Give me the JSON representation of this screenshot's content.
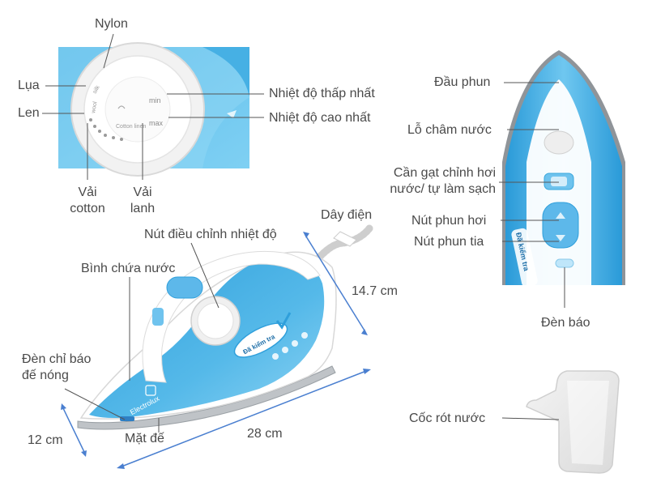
{
  "diagram": {
    "dial_labels": {
      "nylon": "Nylon",
      "lua": "Lụa",
      "len": "Len",
      "vai_cotton": [
        "Vải",
        "cotton"
      ],
      "vai_lanh": [
        "Vải",
        "lanh"
      ],
      "nhiet_do_thap": "Nhiệt độ thấp nhất",
      "nhiet_do_cao": "Nhiệt độ cao nhất"
    },
    "dial_face_text": {
      "min": "min",
      "max": "max",
      "cotton_linen": "Cotton linen",
      "silk": "silk",
      "wool": "wool"
    },
    "iron_labels": {
      "day_dien": "Dây điện",
      "nut_dieu_chinh": "Nút điều chỉnh nhiệt độ",
      "binh_chua_nuoc": "Bình chứa nước",
      "den_chi_bao": [
        "Đèn chỉ báo",
        "đế nóng"
      ],
      "mat_de": "Mặt đế",
      "cao": "14.7 cm",
      "rong": "12 cm",
      "dai": "28 cm",
      "brand": "Electrolux",
      "badge": "Đã kiểm tra"
    },
    "top_view_labels": {
      "dau_phun": "Đầu phun",
      "lo_cham_nuoc": "Lỗ châm nước",
      "can_gat": [
        "Cần gạt chỉnh hơi",
        "nước/ tự làm sạch"
      ],
      "nut_phun_hoi": "Nút phun hơi",
      "nut_phun_tia": "Nút phun tia",
      "den_bao": "Đèn báo",
      "badge": "Đã kiểm tra"
    },
    "accessory_labels": {
      "coc_rot_nuoc": "Cốc rót nước"
    },
    "colors": {
      "body_blue": "#3aa7dc",
      "light_blue": "#7fcaf0",
      "white": "#ffffff",
      "line": "#555555",
      "dim_arrow": "#4a7fd0"
    }
  }
}
